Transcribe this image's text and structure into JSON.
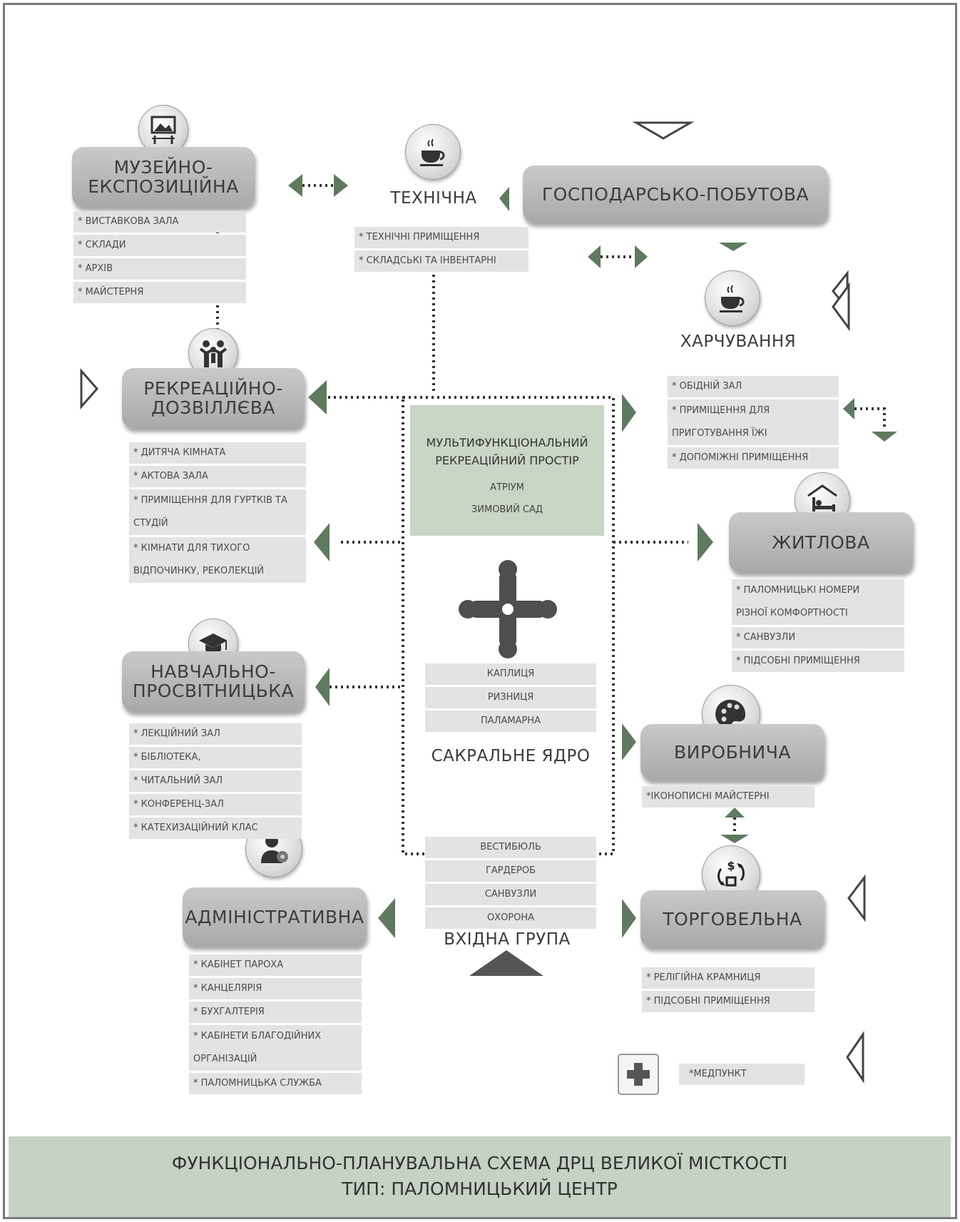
{
  "zones": {
    "museum": {
      "title": "МУЗЕЙНО-\nЕКСПОЗИЦІЙНА",
      "items": [
        "* ВИСТАВКОВА ЗАЛА",
        "* СКЛАДИ",
        "* АРХІВ",
        "*  МАЙСТЕРНЯ"
      ]
    },
    "technical": {
      "title": "ТЕХНІЧНА",
      "items": [
        "* ТЕХНІЧНІ ПРИМІЩЕННЯ",
        "* СКЛАДСЬКІ ТА ІНВЕНТАРНІ"
      ]
    },
    "household": {
      "title": "ГОСПОДАРСЬКО-ПОБУТОВА"
    },
    "catering": {
      "title": "ХАРЧУВАННЯ",
      "items": [
        "* ОБІДНІЙ ЗАЛ",
        "* ПРИМІЩЕННЯ ДЛЯ\nПРИГОТУВАННЯ ЇЖІ",
        "* ДОПОМІЖНІ ПРИМІЩЕННЯ"
      ]
    },
    "recreation": {
      "title": "РЕКРЕАЦІЙНО-\nДОЗВІЛЛЄВА",
      "items": [
        "* ДИТЯЧА КІМНАТА",
        "* АКТОВА ЗАЛА",
        "* ПРИМІЩЕННЯ ДЛЯ ГУРТКІВ ТА\nСТУДІЙ",
        "* КІМНАТИ ДЛЯ ТИХОГО\nВІДПОЧИНКУ, РЕКОЛЕКЦІЙ"
      ]
    },
    "multifunctional": {
      "title": "МУЛЬТИФУНКЦІОНАЛЬНИЙ\nРЕКРЕАЦІЙНИЙ ПРОСТІР",
      "items": [
        "АТРІУМ",
        "ЗИМОВИЙ САД"
      ]
    },
    "residential": {
      "title": "ЖИТЛОВА",
      "items": [
        "* ПАЛОМНИЦЬКІ НОМЕРИ\nРІЗНОЇ КОМФОРТНОСТІ",
        "* САНВУЗЛИ",
        "* ПІДСОБНІ ПРИМІЩЕННЯ"
      ]
    },
    "education": {
      "title": "НАВЧАЛЬНО-\nПРОСВІТНИЦЬКА",
      "items": [
        "* ЛЕКЦІЙНИЙ ЗАЛ",
        "* БІБЛІОТЕКА,",
        "* ЧИТАЛЬНИЙ ЗАЛ",
        "* КОНФЕРЕНЦ-ЗАЛ",
        "* КАТЕХИЗАЦІЙНИЙ КЛАС"
      ]
    },
    "sacral": {
      "title": "САКРАЛЬНЕ ЯДРО",
      "items": [
        "КАПЛИЦЯ",
        "РИЗНИЦЯ",
        "ПАЛАМАРНА"
      ]
    },
    "production": {
      "title": "ВИРОБНИЧА",
      "items": [
        "*ІКОНОПИСНІ МАЙСТЕРНІ"
      ]
    },
    "administrative": {
      "title": "АДМІНІСТРАТИВНА",
      "items": [
        "* КАБІНЕТ ПАРОХА",
        "* КАНЦЕЛЯРІЯ",
        "* БУХГАЛТЕРІЯ",
        "* КАБІНЕТИ БЛАГОДІЙНИХ\nОРГАНІЗАЦІЙ",
        "* ПАЛОМНИЦЬКА СЛУЖБА"
      ]
    },
    "entrance": {
      "title": "ВХІДНА ГРУПА",
      "items": [
        "ВЕСТИБЮЛЬ",
        "ГАРДЕРОБ",
        "САНВУЗЛИ",
        "ОХОРОНА"
      ]
    },
    "trade": {
      "title": "ТОРГОВЕЛЬНА",
      "items": [
        "* РЕЛІГІЙНА КРАМНИЦЯ",
        "* ПІДСОБНІ ПРИМІЩЕННЯ"
      ]
    },
    "medical": {
      "items": [
        "*МЕДПУНКТ"
      ]
    }
  },
  "footer": {
    "line1": "ФУНКЦІОНАЛЬНО-ПЛАНУВАЛЬНА СХЕМА ДРЦ ВЕЛИКОЇ МІСТКОСТІ",
    "line2": "ТИП: ПАЛОМНИЦЬКИЙ ЦЕНТР"
  },
  "icons": [
    "museum-icon",
    "coffee-cup-icon",
    "people-icon",
    "bed-icon",
    "graduation-cap-icon",
    "palette-icon",
    "administrator-icon",
    "commerce-cycle-icon",
    "medical-cross-icon",
    "ornamental-cross-icon"
  ],
  "colors": {
    "accent": "#5f7a5f",
    "zone_box": "#b5b5b5",
    "list_bg": "#e3e3e3",
    "core_bg": "#c9d6c6",
    "footer_bg": "#c5d2c4",
    "frame": "#7a7a7a"
  }
}
